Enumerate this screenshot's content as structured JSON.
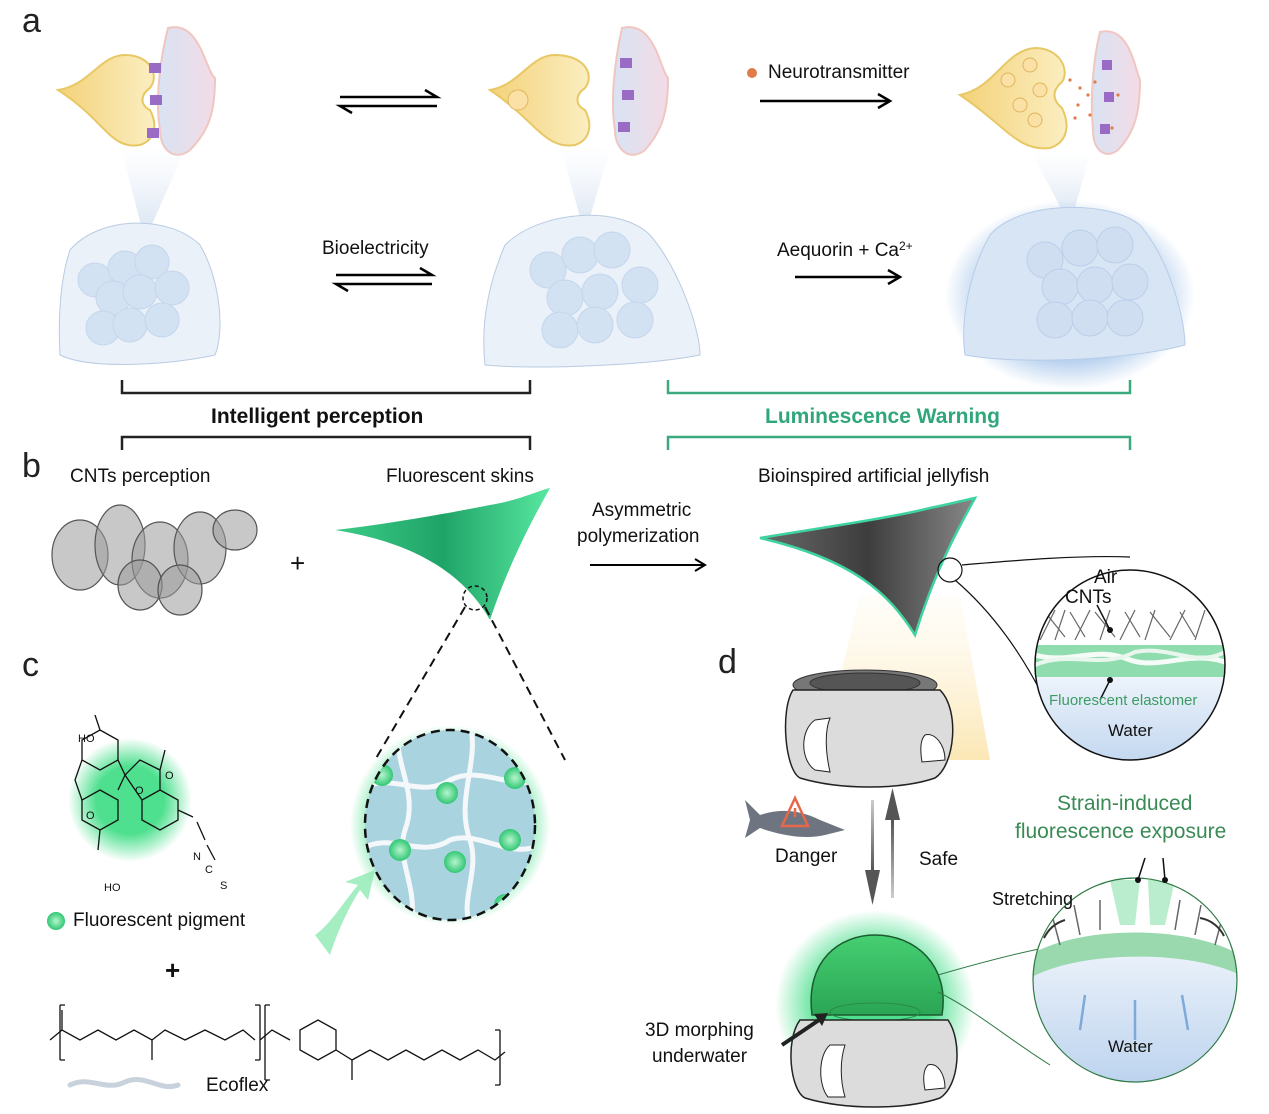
{
  "panels": {
    "a": {
      "label": "a",
      "arrow_label_top_mid": "",
      "neurotransmitter_legend": "Neurotransmitter",
      "bioelectricity": "Bioelectricity",
      "aequorin": "Aequorin + Ca",
      "aequorin_sup": "2+",
      "intelligent_perception": "Intelligent perception",
      "luminescence_warning": "Luminescence Warning"
    },
    "b": {
      "label": "b",
      "cnts_perception": "CNTs perception",
      "fluorescent_skins": "Fluorescent skins",
      "plus": "+",
      "asymmetric_line1": "Asymmetric",
      "asymmetric_line2": "polymerization",
      "bioinspired": "Bioinspired artificial jellyfish",
      "inset_air": "Air",
      "inset_cnts": "CNTs",
      "inset_elastomer": "Fluorescent elastomer",
      "inset_water": "Water"
    },
    "c": {
      "label": "c",
      "pigment_legend": "Fluorescent pigment",
      "plus": "+",
      "ecoflex_legend": "Ecoflex",
      "chem_ho_top": "HO",
      "chem_ho_bottom": "HO",
      "chem_o_ring": "O",
      "chem_o_carbonyl": "O",
      "chem_o_lactone": "O",
      "chem_n": "N",
      "chem_c": "C",
      "chem_s": "S"
    },
    "d": {
      "label": "d",
      "danger": "Danger",
      "safe": "Safe",
      "strain_line1": "Strain-induced",
      "strain_line2": "fluorescence exposure",
      "stretching": "Stretching",
      "water": "Water",
      "morphing_line1": "3D morphing",
      "morphing_line2": "underwater"
    }
  },
  "colors": {
    "accent_green": "#2fa77a",
    "fluor_green": "#3ddc84",
    "neuron_yellow": "#f5d98a",
    "neuron_pink": "#e8d4ea",
    "tissue_blue": "#dbe8f5",
    "neurotransmitter_orange": "#e07b4a",
    "warning_orange": "#e8674a"
  }
}
